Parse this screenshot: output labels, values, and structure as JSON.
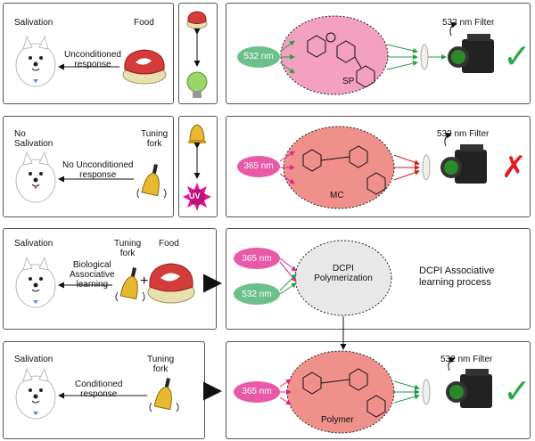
{
  "row1": {
    "left_label": "Salivation",
    "right_label": "Food",
    "arrow_label": "Unconditioned\nresponse",
    "light_label": "532 nm",
    "molecule_label": "SP",
    "filter_label": "532 nm Filter",
    "result": "✓"
  },
  "row2": {
    "left_label": "No\nSalivation",
    "right_label": "Tuning\nfork",
    "arrow_label": "No Unconditioned\nresponse",
    "light_label": "365 nm",
    "molecule_label": "MC",
    "filter_label": "532 nm Filter",
    "uv_label": "UV",
    "result": "✗"
  },
  "row3": {
    "left_label": "Salivation",
    "fork_label": "Tuning\nfork",
    "food_label": "Food",
    "arrow_label": "Biological\nAssociative\nlearning",
    "plus": "+",
    "light_top": "365 nm",
    "light_bottom": "532 nm",
    "center_label": "DCPI\nPolymerization",
    "process_label": "DCPI Associative\nlearning process"
  },
  "row4": {
    "left_label": "Salivation",
    "right_label": "Tuning\nfork",
    "arrow_label": "Conditioned\nresponse",
    "light_label": "365 nm",
    "molecule_label": "Polymer",
    "filter_label": "532 nm Filter",
    "result": "✓"
  },
  "colors": {
    "green_light": "#6cc18a",
    "magenta_light": "#e85aa8",
    "pink_molecule": "#f4a0c0",
    "red_molecule": "#f0908a",
    "gray_process": "#e8e8e8",
    "check": "#2aa84a",
    "cross": "#e02020",
    "meat": "#d43c3c"
  }
}
